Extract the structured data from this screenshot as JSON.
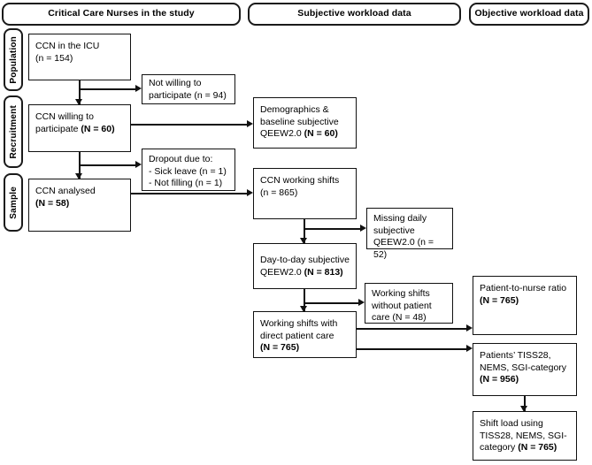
{
  "headers": [
    {
      "id": "critical-care-nurses",
      "label": "Critical Care Nurses in the study"
    },
    {
      "id": "subjective-workload",
      "label": "Subjective workload data"
    },
    {
      "id": "objective-workload",
      "label": "Objective workload data"
    }
  ],
  "stage_labels": [
    {
      "id": "population",
      "label": "Population"
    },
    {
      "id": "recruitment",
      "label": "Recruitment"
    },
    {
      "id": "sample",
      "label": "Sample"
    }
  ],
  "nodes": {
    "ccn_icu": {
      "line1": "CCN in the ICU",
      "line2": "(n = 154)"
    },
    "not_willing": {
      "line1": "Not willing to",
      "line2": "participate (n = 94)"
    },
    "ccn_willing": {
      "line1": "CCN willing to",
      "line2": "participate ",
      "line2b": "(N = 60)"
    },
    "dropout": {
      "line1": "Dropout due to:",
      "line2": "- Sick leave (n = 1)",
      "line3": "- Not filling (n = 1)"
    },
    "ccn_analysed": {
      "line1": "CCN analysed",
      "line2": "(N = 58)"
    },
    "demographics": {
      "line1": "Demographics &",
      "line2": "baseline subjective",
      "line3": "QEEW2.0 ",
      "line3b": "(N = 60)"
    },
    "ccn_shifts": {
      "line1": "CCN working shifts",
      "line2": "(n = 865)"
    },
    "missing_daily": {
      "line1": "Missing daily",
      "line2": "subjective",
      "line3": "QEEW2.0 (n = 52)"
    },
    "day_to_day": {
      "line1": "Day-to-day subjective",
      "line2": "QEEW2.0 ",
      "line2b": "(N = 813)"
    },
    "shifts_without": {
      "line1": "Working shifts",
      "line2": "without patient",
      "line3": "care (N = 48)"
    },
    "shifts_with": {
      "line1": "Working shifts with",
      "line2": "direct patient care",
      "line3": "(N = 765)"
    },
    "patient_nurse": {
      "line1": "Patient-to-nurse ratio",
      "line2": "(N = 765)"
    },
    "patients_tiss": {
      "line1": "Patients’ TISS28,",
      "line2": "NEMS, SGI-category",
      "line3": "(N = 956)"
    },
    "shift_load": {
      "line1": "Shift load using",
      "line2": "TISS28, NEMS, SGI-",
      "line3": "category ",
      "line3b": "(N = 765)"
    }
  },
  "colors": {
    "stroke": "#111111",
    "background": "#ffffff",
    "text": "#000000"
  }
}
